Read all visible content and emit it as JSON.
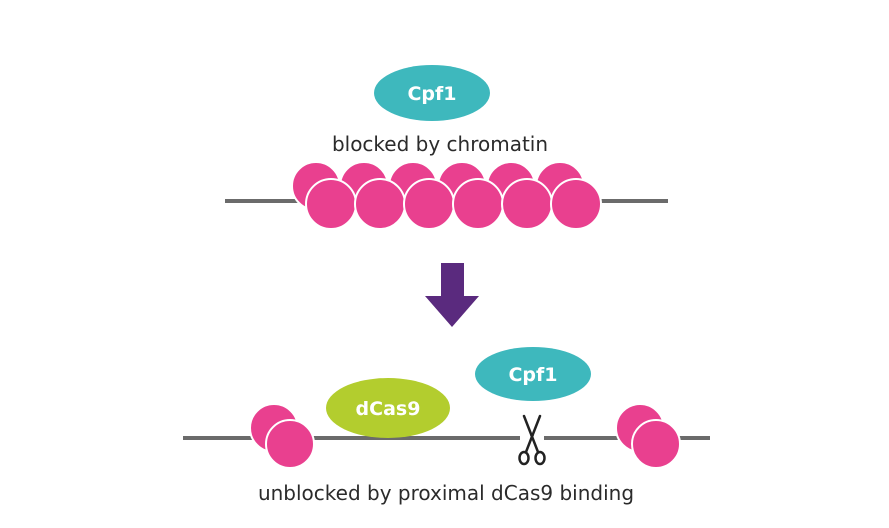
{
  "top": {
    "protein_label": "Cpf1",
    "caption": "blocked by chromatin"
  },
  "bottom": {
    "dcas9_label": "dCas9",
    "cpf1_label": "Cpf1",
    "caption": "unblocked by proximal dCas9 binding"
  },
  "icons": {
    "arrow": "down-arrow-icon",
    "scissors": "scissors-icon"
  },
  "colors": {
    "nucleosome": "#e9408f",
    "cpf1": "#3eb8bd",
    "dcas9": "#b3cd2e",
    "arrow": "#5a2a7e",
    "dna": "#6b6b6b"
  }
}
